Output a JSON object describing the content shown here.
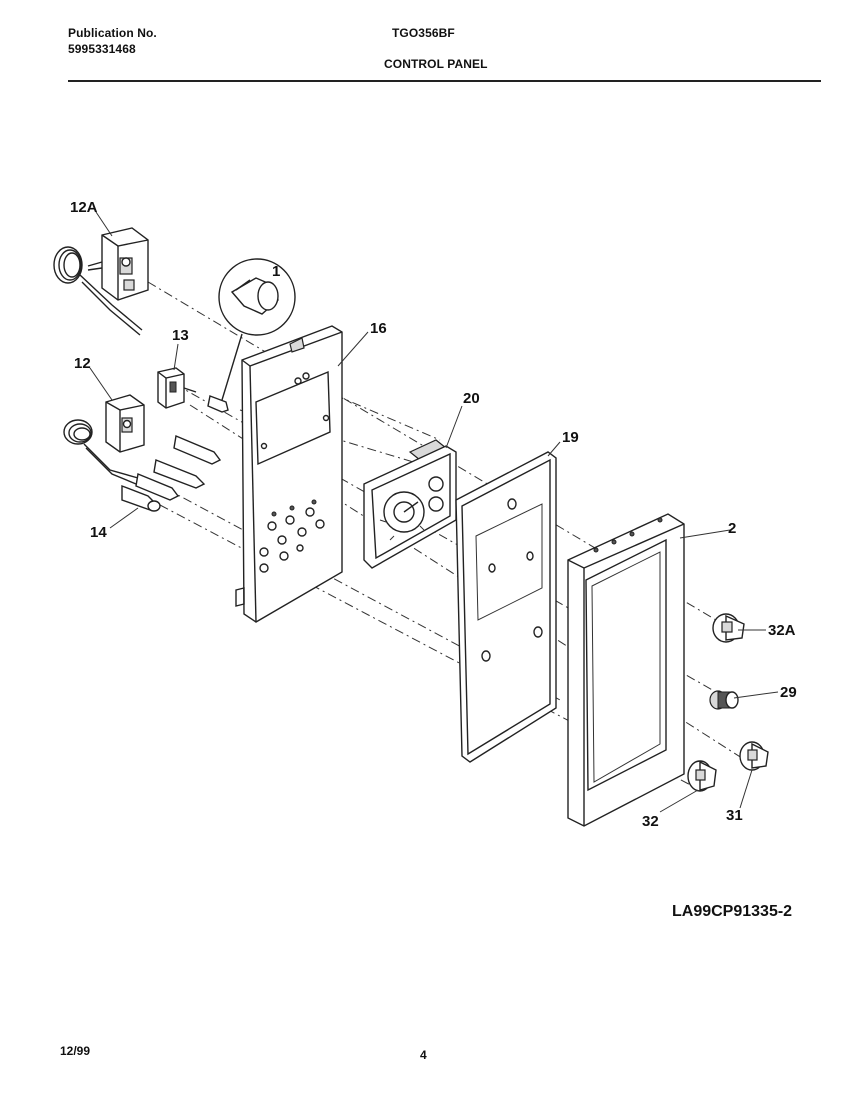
{
  "header": {
    "publication_label": "Publication No.",
    "publication_number": "5995331468",
    "model": "TGO356BF",
    "section_title": "CONTROL PANEL"
  },
  "callouts": {
    "p1": "1",
    "p2": "2",
    "p12": "12",
    "p12a": "12A",
    "p13": "13",
    "p14": "14",
    "p16": "16",
    "p19": "19",
    "p20": "20",
    "p29": "29",
    "p31": "31",
    "p32": "32",
    "p32a": "32A"
  },
  "diagram_code": "LA99CP91335-2",
  "footer": {
    "date": "12/99",
    "page_number": "4"
  }
}
